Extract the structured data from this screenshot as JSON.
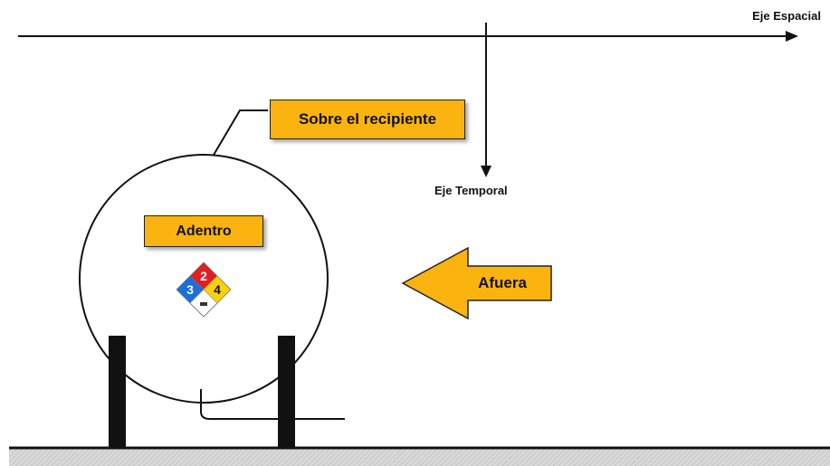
{
  "axes": {
    "spatial_label": "Eje Espacial",
    "temporal_label": "Eje Temporal"
  },
  "labels": {
    "on_container": "Sobre el recipiente",
    "inside": "Adentro",
    "outside": "Afuera"
  },
  "nfpa": {
    "health": "3",
    "flammability": "2",
    "reactivity": "4",
    "health_color": "#1a6fd8",
    "flammability_color": "#e02020",
    "reactivity_color": "#f5d20a",
    "special_color": "#ffffff"
  },
  "colors": {
    "label_fill": "#fbb30f",
    "ground_fill": "#d4d4d4",
    "line": "#111111",
    "leg": "#111111"
  }
}
